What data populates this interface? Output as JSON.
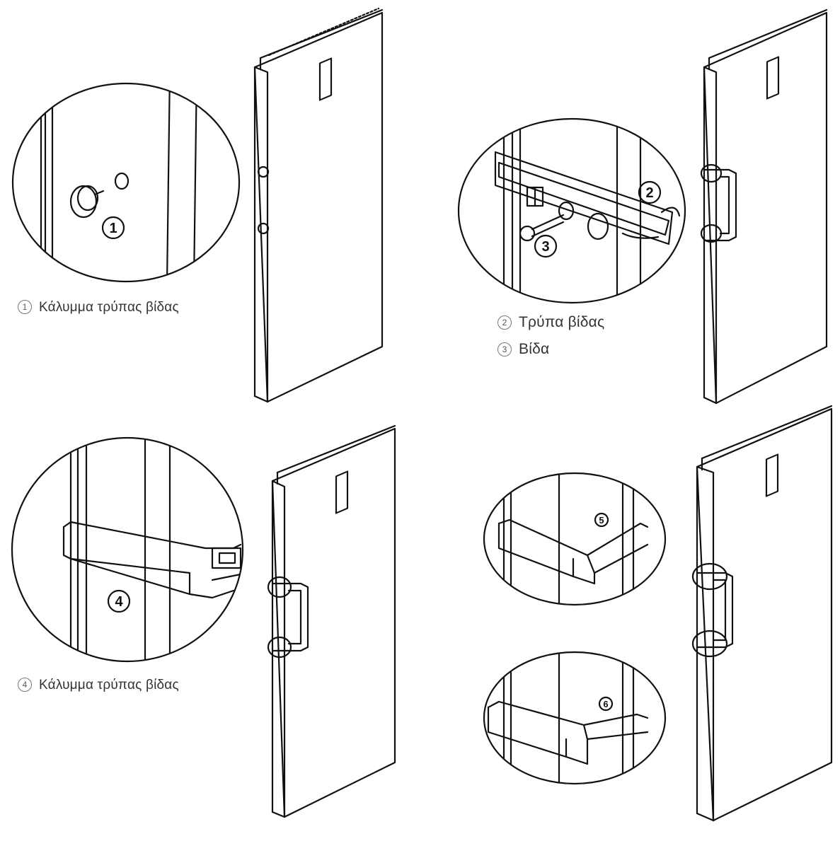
{
  "panels": [
    {
      "id": "step1",
      "captions": [
        {
          "num": "1",
          "text": "Κάλυμμα τρύπας βίδας"
        }
      ],
      "callouts": [
        "1"
      ]
    },
    {
      "id": "step2",
      "captions": [
        {
          "num": "2",
          "text": "Τρύπα βίδας"
        },
        {
          "num": "3",
          "text": "Βίδα"
        }
      ],
      "callouts": [
        "2",
        "3"
      ]
    },
    {
      "id": "step3",
      "captions": [
        {
          "num": "4",
          "text": "Κάλυμμα τρύπας βίδας"
        }
      ],
      "callouts": [
        "4"
      ]
    },
    {
      "id": "step4",
      "captions": [],
      "callouts": [
        "5",
        "6"
      ]
    }
  ]
}
